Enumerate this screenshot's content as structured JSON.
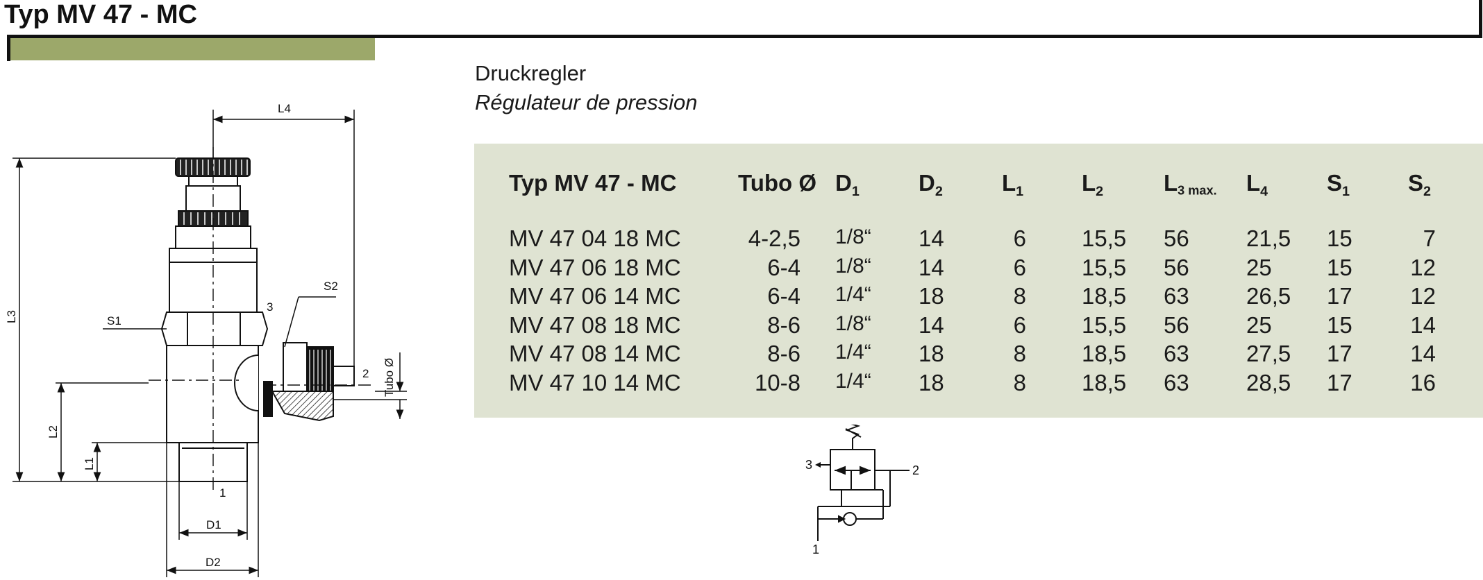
{
  "header": {
    "title": "Typ MV 47 - MC",
    "accent_color": "#9ca86a"
  },
  "subtitle": {
    "de": "Druckregler",
    "fr": "Régulateur de pression"
  },
  "table": {
    "panel_color": "#dfe3d2",
    "columns": [
      {
        "key": "type",
        "label": "Typ MV 47 - MC",
        "sub": ""
      },
      {
        "key": "tubo",
        "label": "Tubo Ø",
        "sub": ""
      },
      {
        "key": "d1",
        "label": "D",
        "sub": "1"
      },
      {
        "key": "d2",
        "label": "D",
        "sub": "2"
      },
      {
        "key": "l1",
        "label": "L",
        "sub": "1"
      },
      {
        "key": "l2",
        "label": "L",
        "sub": "2"
      },
      {
        "key": "l3",
        "label": "L",
        "sub": "3 max."
      },
      {
        "key": "l4",
        "label": "L",
        "sub": "4"
      },
      {
        "key": "s1",
        "label": "S",
        "sub": "1"
      },
      {
        "key": "s2",
        "label": "S",
        "sub": "2"
      }
    ],
    "rows": [
      {
        "type": "MV 47 04 18 MC",
        "tubo": "4-2,5",
        "d1": "1/8“",
        "d2": "14",
        "l1": "6",
        "l2": "15,5",
        "l3": "56",
        "l4": "21,5",
        "s1": "15",
        "s2": "7"
      },
      {
        "type": "MV 47 06 18 MC",
        "tubo": "6-4",
        "d1": "1/8“",
        "d2": "14",
        "l1": "6",
        "l2": "15,5",
        "l3": "56",
        "l4": "25",
        "s1": "15",
        "s2": "12"
      },
      {
        "type": "MV 47 06 14 MC",
        "tubo": "6-4",
        "d1": "1/4“",
        "d2": "18",
        "l1": "8",
        "l2": "18,5",
        "l3": "63",
        "l4": "26,5",
        "s1": "17",
        "s2": "12"
      },
      {
        "type": "MV 47 08 18 MC",
        "tubo": "8-6",
        "d1": "1/8“",
        "d2": "14",
        "l1": "6",
        "l2": "15,5",
        "l3": "56",
        "l4": "25",
        "s1": "15",
        "s2": "14"
      },
      {
        "type": "MV 47 08 14 MC",
        "tubo": "8-6",
        "d1": "1/4“",
        "d2": "18",
        "l1": "8",
        "l2": "18,5",
        "l3": "63",
        "l4": "27,5",
        "s1": "17",
        "s2": "14"
      },
      {
        "type": "MV 47 10 14 MC",
        "tubo": "10-8",
        "d1": "1/4“",
        "d2": "18",
        "l1": "8",
        "l2": "18,5",
        "l3": "63",
        "l4": "28,5",
        "s1": "17",
        "s2": "16"
      }
    ]
  },
  "drawing": {
    "labels": {
      "l4": "L4",
      "l3": "L3",
      "l2": "L2",
      "l1": "L1",
      "s1": "S1",
      "s2": "S2",
      "d1": "D1",
      "d2": "D2",
      "tubo": "Tubo Ø",
      "port1": "1",
      "port2": "2",
      "port3": "3"
    }
  },
  "symbol": {
    "port1": "1",
    "port2": "2",
    "port3": "3"
  }
}
